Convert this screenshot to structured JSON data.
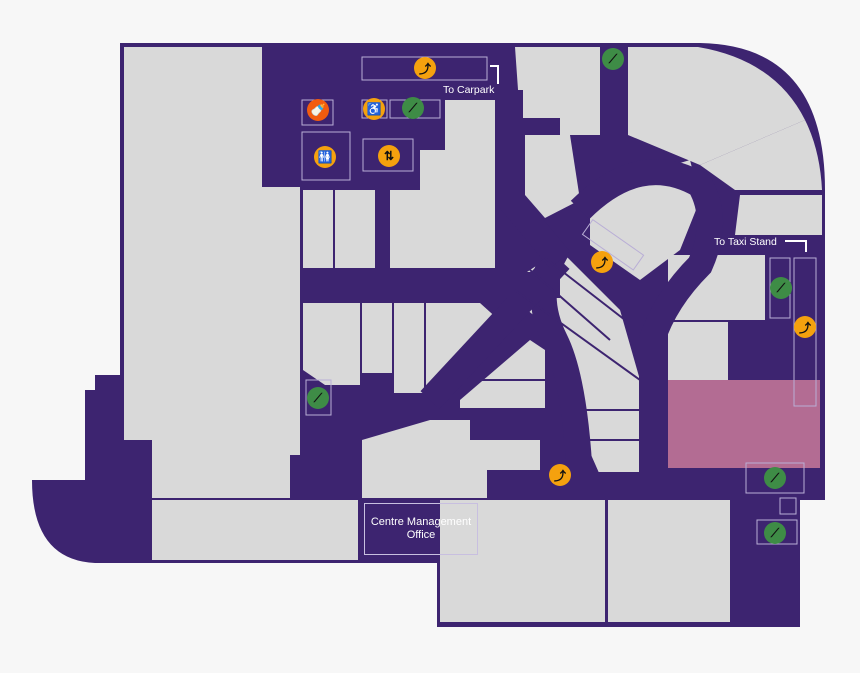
{
  "colors": {
    "corridor": "#3d2470",
    "store": "#d9d9d9",
    "highlight": "#b36c93",
    "background": "#f7f7f7",
    "escalator": "#f5a10e",
    "stairs": "#3e8c46",
    "baby": "#f25c0f"
  },
  "labels": {
    "carpark": "To Carpark",
    "taxi": "To Taxi Stand",
    "management": "Centre Management Office"
  },
  "icons": [
    {
      "type": "escalator-icon",
      "glyph": "⤴"
    },
    {
      "type": "stairs-icon",
      "glyph": "⟋"
    },
    {
      "type": "baby-bottle-icon",
      "glyph": "🍼"
    },
    {
      "type": "accessible-icon",
      "glyph": "♿"
    },
    {
      "type": "toilets-icon",
      "glyph": "🚻"
    },
    {
      "type": "lift-icon",
      "glyph": "⇅"
    }
  ]
}
